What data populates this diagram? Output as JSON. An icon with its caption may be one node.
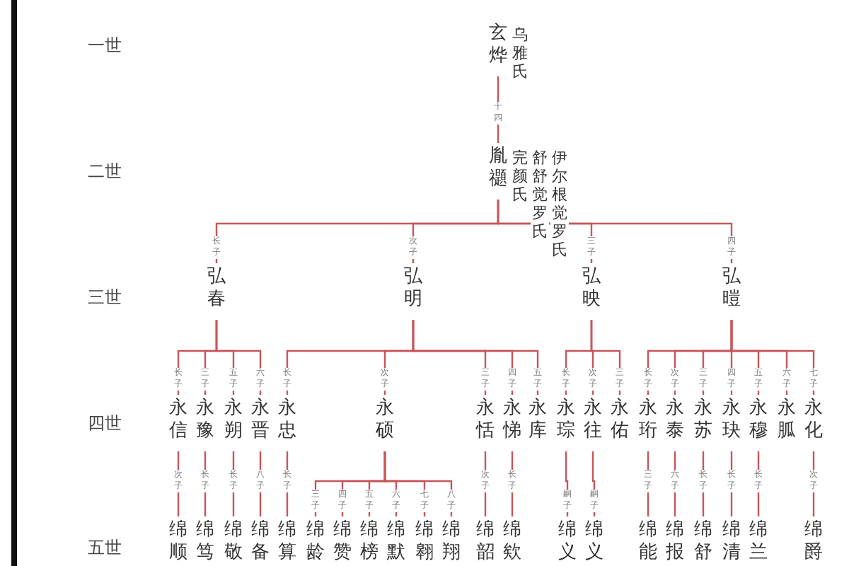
{
  "diagram": {
    "nodes": [
      {
        "text": [
          "玄烨"
        ],
        "beside": [
          "乌雅氏"
        ]
      },
      {
        "text": [
          "胤禵"
        ],
        "beside": [
          "完颜氏",
          "舒舒觉罗氏",
          "伊尔根觉罗氏"
        ]
      },
      {
        "text": [
          "弘春"
        ]
      },
      {
        "text": [
          "弘明"
        ]
      },
      {
        "text": [
          "弘映"
        ]
      },
      {
        "text": [
          "弘暟"
        ]
      },
      {
        "text": [
          "永信"
        ]
      },
      {
        "text": [
          "永豫"
        ]
      },
      {
        "text": [
          "永朔"
        ]
      },
      {
        "text": [
          "永晋"
        ]
      },
      {
        "text": [
          "永忠"
        ]
      },
      {
        "text": [
          "永硕"
        ]
      },
      {
        "text": [
          "永恬"
        ]
      },
      {
        "text": [
          "永悌"
        ]
      },
      {
        "text": [
          "永库"
        ]
      },
      {
        "text": [
          "永琮"
        ]
      },
      {
        "text": [
          "永往"
        ]
      },
      {
        "text": [
          "永佑"
        ]
      },
      {
        "text": [
          "永珩"
        ]
      },
      {
        "text": [
          "永泰"
        ]
      },
      {
        "text": [
          "永苏"
        ]
      },
      {
        "text": [
          "永玦"
        ]
      },
      {
        "text": [
          "永穆"
        ]
      },
      {
        "text": [
          "永胍"
        ]
      },
      {
        "text": [
          "永化"
        ]
      },
      {
        "text": [
          "绵顺"
        ]
      },
      {
        "text": [
          "绵笃"
        ]
      },
      {
        "text": [
          "绵敬"
        ]
      },
      {
        "text": [
          "绵备"
        ]
      },
      {
        "text": [
          "绵算"
        ]
      },
      {
        "text": [
          "绵龄"
        ]
      },
      {
        "text": [
          "绵赞"
        ]
      },
      {
        "text": [
          "绵榜"
        ]
      },
      {
        "text": [
          "绵默"
        ]
      },
      {
        "text": [
          "绵翱"
        ]
      },
      {
        "text": [
          "绵翔"
        ]
      },
      {
        "text": [
          "绵韶"
        ]
      },
      {
        "text": [
          "绵欸"
        ]
      },
      {
        "text": [
          "绵义"
        ]
      },
      {
        "text": [
          "绵义"
        ]
      },
      {
        "text": [
          "绵能"
        ]
      },
      {
        "text": [
          "绵报"
        ]
      },
      {
        "text": [
          "绵舒"
        ]
      },
      {
        "text": [
          "绵清"
        ]
      },
      {
        "text": [
          "绵兰"
        ]
      },
      {
        "text": [
          "绵爵"
        ]
      }
    ],
    "edges": [
      {
        "from": 0,
        "to": 1,
        "arrow": "none",
        "label": "十四"
      },
      {
        "from": 1,
        "to": 2,
        "arrow": "none",
        "label": "长子"
      },
      {
        "from": 1,
        "to": 3,
        "arrow": "none",
        "label": "次子"
      },
      {
        "from": 1,
        "to": 4,
        "arrow": "none",
        "label": "三子"
      },
      {
        "from": 1,
        "to": 5,
        "arrow": "none",
        "label": "四子"
      },
      {
        "from": 2,
        "to": 6,
        "arrow": "none",
        "label": "长子"
      },
      {
        "from": 2,
        "to": 7,
        "arrow": "none",
        "label": "三子"
      },
      {
        "from": 2,
        "to": 8,
        "arrow": "none",
        "label": "五子"
      },
      {
        "from": 2,
        "to": 9,
        "arrow": "none",
        "label": "六子"
      },
      {
        "from": 3,
        "to": 10,
        "arrow": "none",
        "label": "长子"
      },
      {
        "from": 3,
        "to": 11,
        "arrow": "none",
        "label": "次子"
      },
      {
        "from": 3,
        "to": 12,
        "arrow": "none",
        "label": "三子"
      },
      {
        "from": 3,
        "to": 13,
        "arrow": "none",
        "label": "四子"
      },
      {
        "from": 3,
        "to": 14,
        "arrow": "none",
        "label": "五子"
      },
      {
        "from": 4,
        "to": 15,
        "arrow": "none",
        "label": "长子"
      },
      {
        "from": 4,
        "to": 16,
        "arrow": "none",
        "label": "次子"
      },
      {
        "from": 4,
        "to": 17,
        "arrow": "none",
        "label": "三子"
      },
      {
        "from": 5,
        "to": 18,
        "arrow": "none",
        "label": "长子"
      },
      {
        "from": 5,
        "to": 19,
        "arrow": "none",
        "label": "次子"
      },
      {
        "from": 5,
        "to": 20,
        "arrow": "none",
        "label": "三子"
      },
      {
        "from": 5,
        "to": 21,
        "arrow": "none",
        "label": "四子"
      },
      {
        "from": 5,
        "to": 22,
        "arrow": "none",
        "label": "五子"
      },
      {
        "from": 5,
        "to": 23,
        "arrow": "none",
        "label": "六子"
      },
      {
        "from": 5,
        "to": 24,
        "arrow": "none",
        "label": "七子"
      },
      {
        "from": 6,
        "to": 25,
        "arrow": "none",
        "label": "次子"
      },
      {
        "from": 7,
        "to": 26,
        "arrow": "none",
        "label": "长子"
      },
      {
        "from": 8,
        "to": 27,
        "arrow": "none",
        "label": "长子"
      },
      {
        "from": 9,
        "to": 28,
        "arrow": "none",
        "label": "八子"
      },
      {
        "from": 10,
        "to": 29,
        "arrow": "none",
        "label": "长子"
      },
      {
        "from": 11,
        "to": 30,
        "arrow": "none",
        "label": "三子"
      },
      {
        "from": 11,
        "to": 31,
        "arrow": "none",
        "label": "四子"
      },
      {
        "from": 11,
        "to": 32,
        "arrow": "none",
        "label": "五子"
      },
      {
        "from": 11,
        "to": 33,
        "arrow": "none",
        "label": "六子"
      },
      {
        "from": 11,
        "to": 34,
        "arrow": "none",
        "label": "七子"
      },
      {
        "from": 11,
        "to": 35,
        "arrow": "none",
        "label": "八子"
      },
      {
        "from": 12,
        "to": 36,
        "arrow": "none",
        "label": "次子"
      },
      {
        "from": 13,
        "to": 37,
        "arrow": "none",
        "label": "长子"
      },
      {
        "from": 15,
        "to": 38,
        "arrow": "none",
        "label": "嗣子"
      },
      {
        "from": 16,
        "to": 39,
        "arrow": "none",
        "label": "嗣子"
      },
      {
        "from": 18,
        "to": 40,
        "arrow": "none",
        "label": "三子"
      },
      {
        "from": 19,
        "to": 41,
        "arrow": "none",
        "label": "六子"
      },
      {
        "from": 20,
        "to": 42,
        "arrow": "none",
        "label": "长子"
      },
      {
        "from": 21,
        "to": 43,
        "arrow": "none",
        "label": "长子"
      },
      {
        "from": 22,
        "to": 44,
        "arrow": "none",
        "label": "长子"
      },
      {
        "from": 24,
        "to": 45,
        "arrow": "none",
        "label": "次子"
      }
    ],
    "labels": [
      "一世",
      "二世",
      "三世",
      "四世",
      "五世"
    ]
  }
}
